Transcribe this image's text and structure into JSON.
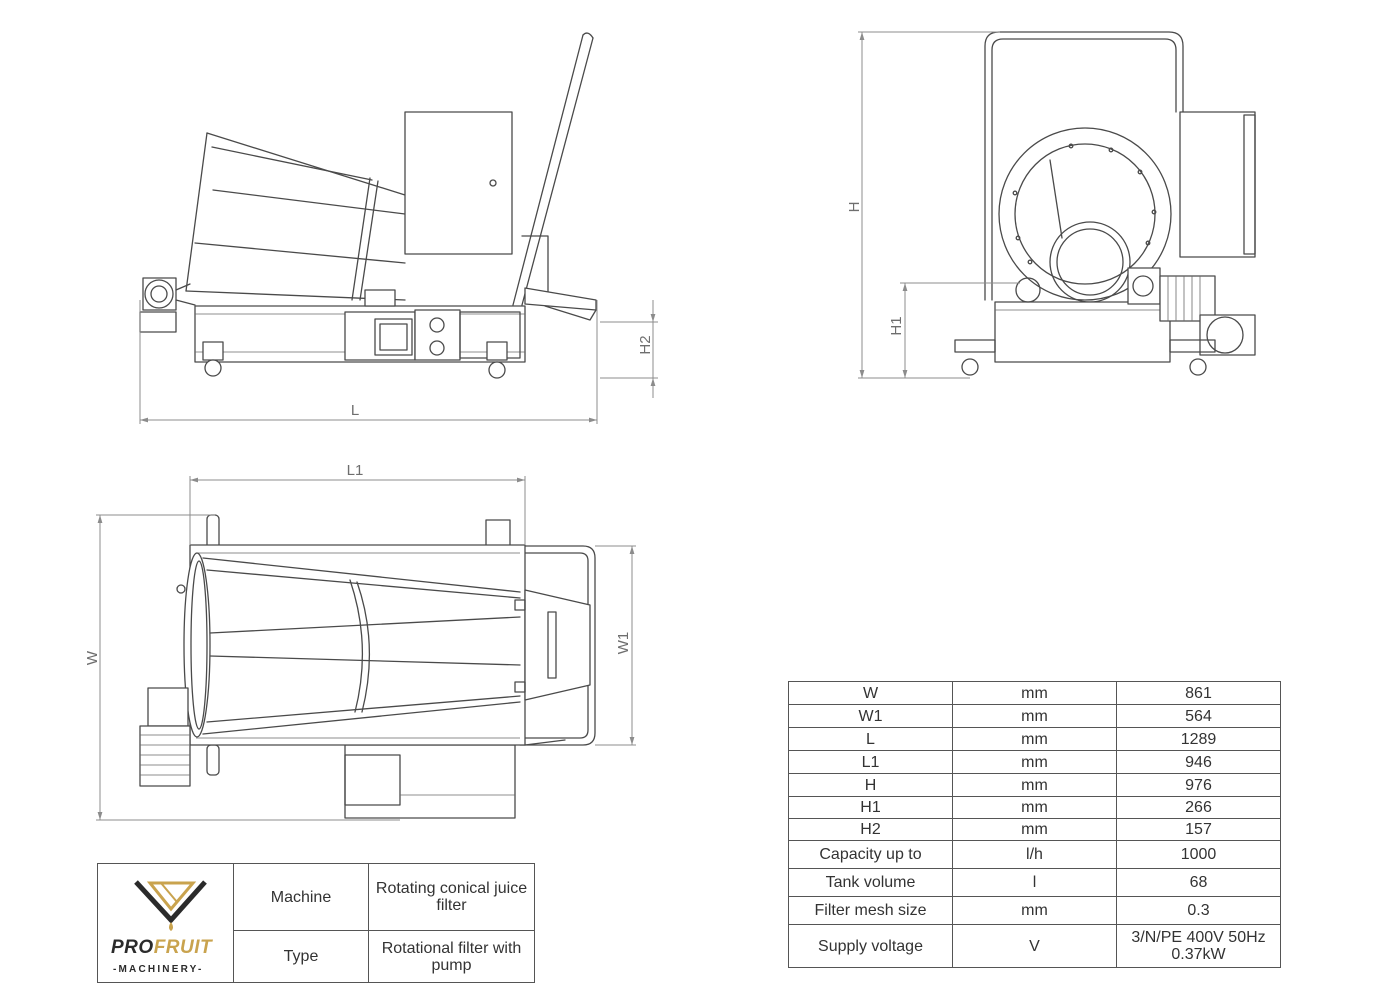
{
  "colors": {
    "line": "#4a4a4a",
    "dimension": "#8c8c8c",
    "table_border": "#555555",
    "text": "#333333",
    "brand_dark": "#2b2b2b",
    "brand_gold": "#c9a34e"
  },
  "dimension_labels": {
    "L": "L",
    "H2": "H2",
    "H": "H",
    "H1": "H1",
    "L1": "L1",
    "W": "W",
    "W1": "W1"
  },
  "title_block": {
    "logo": {
      "brand_part1": "PRO",
      "brand_part2": "FRUIT",
      "subtitle": "-MACHINERY-"
    },
    "rows": [
      {
        "label": "Machine",
        "value": "Rotating conical juice filter"
      },
      {
        "label": "Type",
        "value": "Rotational filter with pump"
      }
    ]
  },
  "specs": {
    "rows": [
      {
        "parameter": "W",
        "unit": "mm",
        "value": "861"
      },
      {
        "parameter": "W1",
        "unit": "mm",
        "value": "564"
      },
      {
        "parameter": "L",
        "unit": "mm",
        "value": "1289"
      },
      {
        "parameter": "L1",
        "unit": "mm",
        "value": "946"
      },
      {
        "parameter": "H",
        "unit": "mm",
        "value": "976"
      },
      {
        "parameter": "H1",
        "unit": "mm",
        "value": "266"
      },
      {
        "parameter": "H2",
        "unit": "mm",
        "value": "157"
      },
      {
        "parameter": "Capacity up to",
        "unit": "l/h",
        "value": "1000"
      },
      {
        "parameter": "Tank volume",
        "unit": "l",
        "value": "68"
      },
      {
        "parameter": "Filter mesh size",
        "unit": "mm",
        "value": "0.3"
      },
      {
        "parameter": "Supply voltage",
        "unit": "V",
        "value_lines": [
          "3/N/PE 400V 50Hz",
          "0.37kW"
        ]
      }
    ]
  }
}
